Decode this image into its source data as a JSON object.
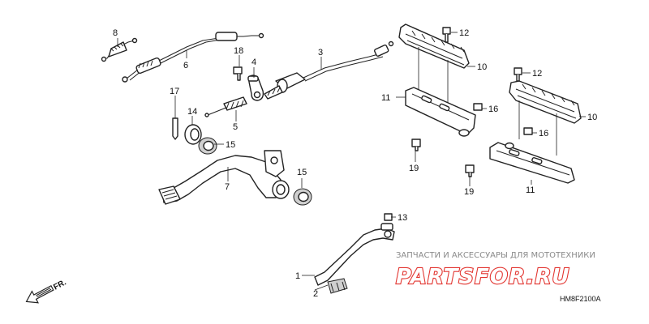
{
  "callouts": [
    {
      "key": "p8",
      "text": "8"
    },
    {
      "key": "p6",
      "text": "6"
    },
    {
      "key": "p18",
      "text": "18"
    },
    {
      "key": "p4",
      "text": "4"
    },
    {
      "key": "p3",
      "text": "3"
    },
    {
      "key": "p17",
      "text": "17"
    },
    {
      "key": "p14",
      "text": "14"
    },
    {
      "key": "p5",
      "text": "5"
    },
    {
      "key": "p15a",
      "text": "15"
    },
    {
      "key": "p15b",
      "text": "15"
    },
    {
      "key": "p7",
      "text": "7"
    },
    {
      "key": "p12a",
      "text": "12"
    },
    {
      "key": "p10a",
      "text": "10"
    },
    {
      "key": "p11a",
      "text": "11"
    },
    {
      "key": "p16a",
      "text": "16"
    },
    {
      "key": "p19a",
      "text": "19"
    },
    {
      "key": "p12b",
      "text": "12"
    },
    {
      "key": "p10b",
      "text": "10"
    },
    {
      "key": "p16b",
      "text": "16"
    },
    {
      "key": "p19b",
      "text": "19"
    },
    {
      "key": "p11b",
      "text": "11"
    },
    {
      "key": "p13",
      "text": "13"
    },
    {
      "key": "p1",
      "text": "1"
    },
    {
      "key": "p2",
      "text": "2"
    }
  ],
  "direction_marker": "FR.",
  "watermark": {
    "tagline": "ЗАПЧАСТИ И АКСЕССУАРЫ ДЛЯ МОТОТЕХНИКИ",
    "brand": "PARTSFOR.RU"
  },
  "diagram_code": "HM8F2100A"
}
